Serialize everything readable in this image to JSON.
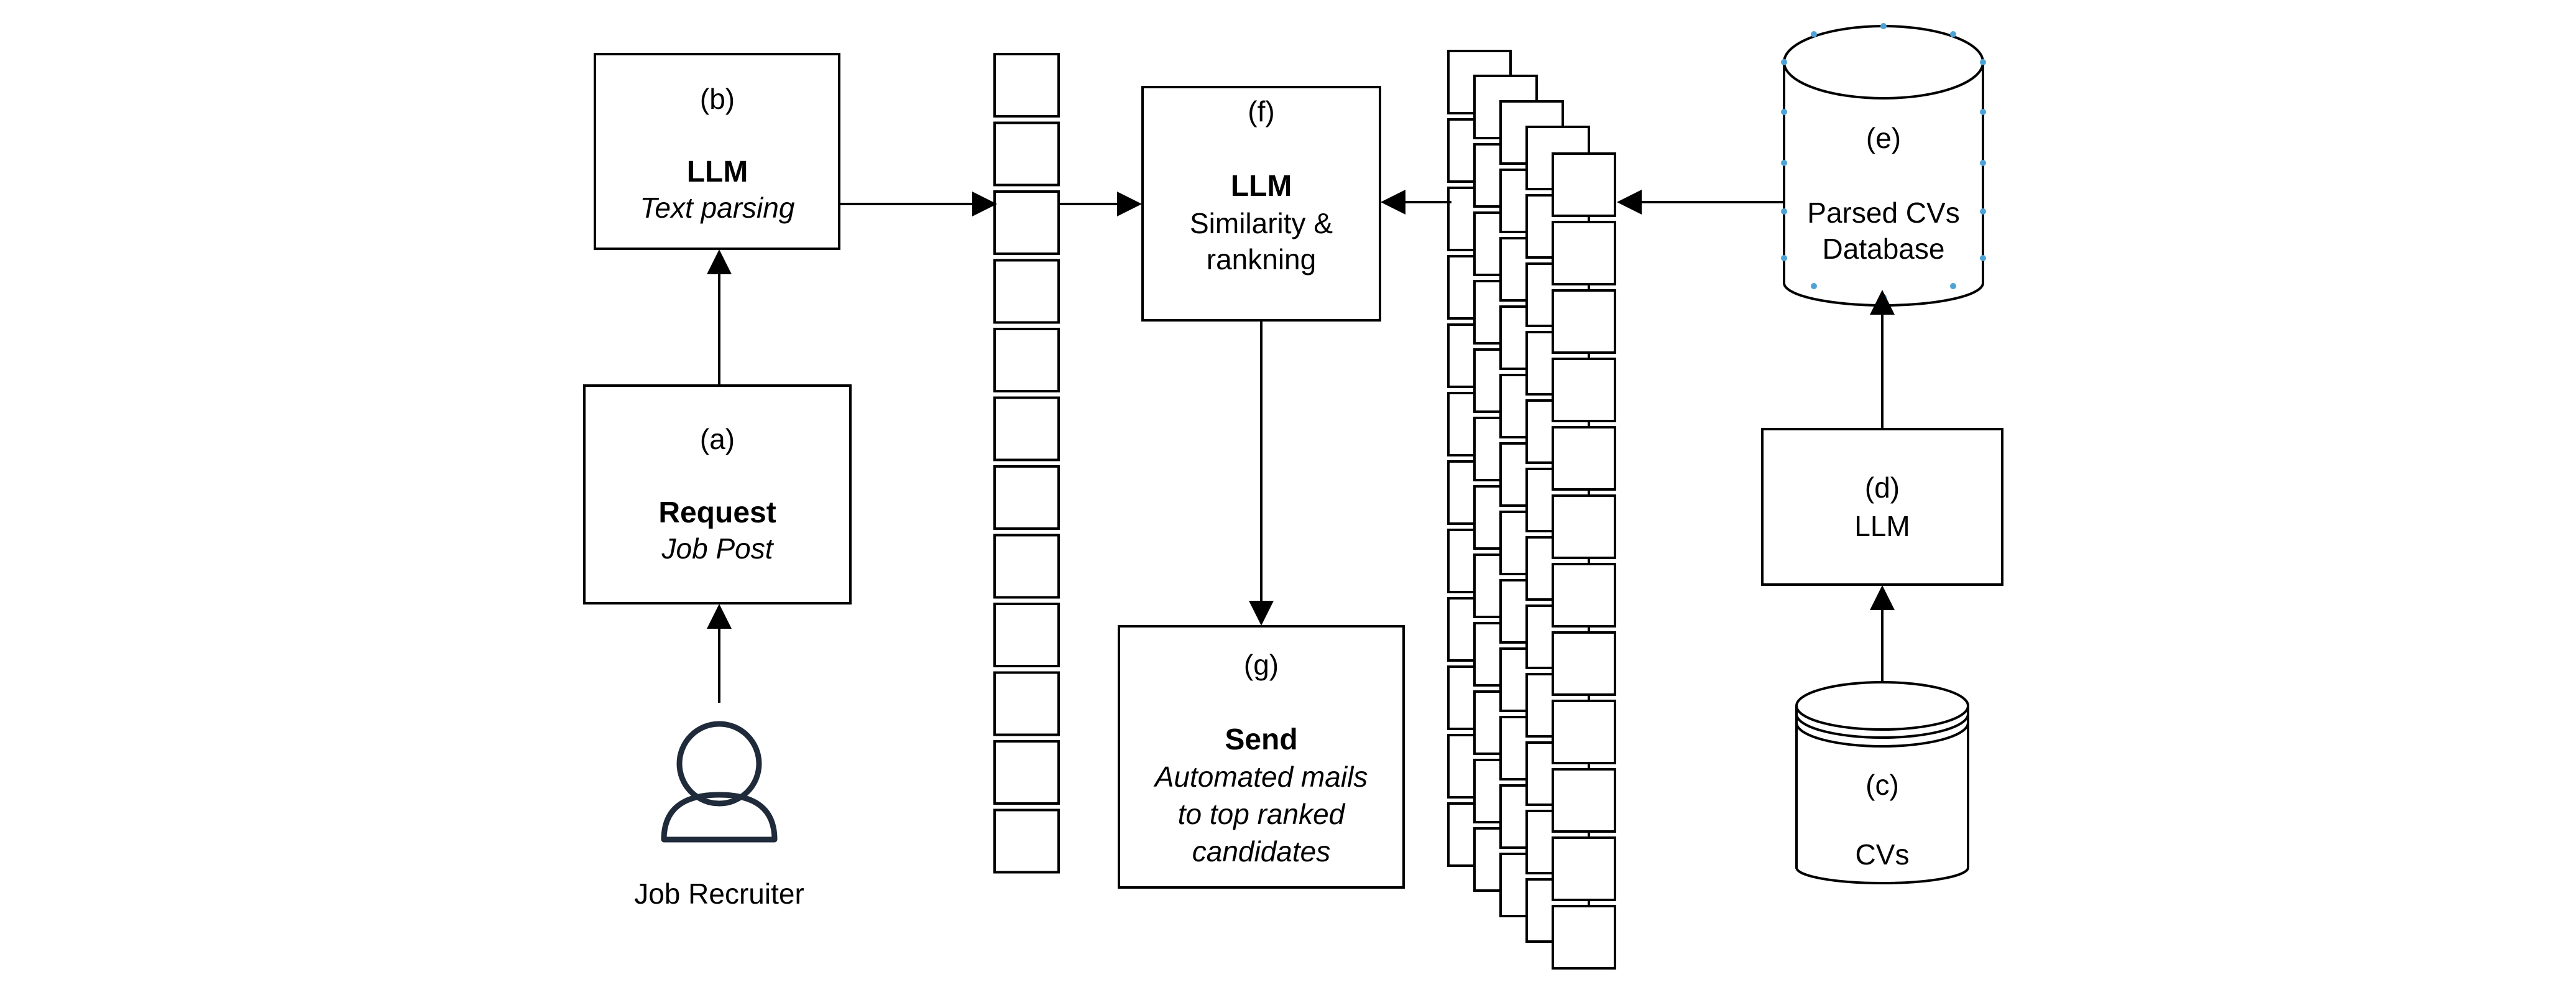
{
  "nodes": {
    "a": {
      "id": "(a)",
      "title": "Request",
      "subtitle": "Job Post"
    },
    "b": {
      "id": "(b)",
      "title": "LLM",
      "subtitle": "Text parsing"
    },
    "c": {
      "id": "(c)",
      "label": "CVs"
    },
    "d": {
      "id": "(d)",
      "label": "LLM"
    },
    "e": {
      "id": "(e)",
      "line1": "Parsed CVs",
      "line2": "Database"
    },
    "f": {
      "id": "(f)",
      "title": "LLM",
      "line1": "Similarity &",
      "line2": "rankning"
    },
    "g": {
      "id": "(g)",
      "title": "Send",
      "line1": "Automated mails",
      "line2": "to top ranked",
      "line3": "candidates"
    }
  },
  "actor": {
    "label": "Job Recruiter",
    "icon": "user-icon"
  },
  "colors": {
    "stroke": "#000000",
    "actor_stroke": "#1f2a3a",
    "selection_handles": "#4da3d6"
  }
}
